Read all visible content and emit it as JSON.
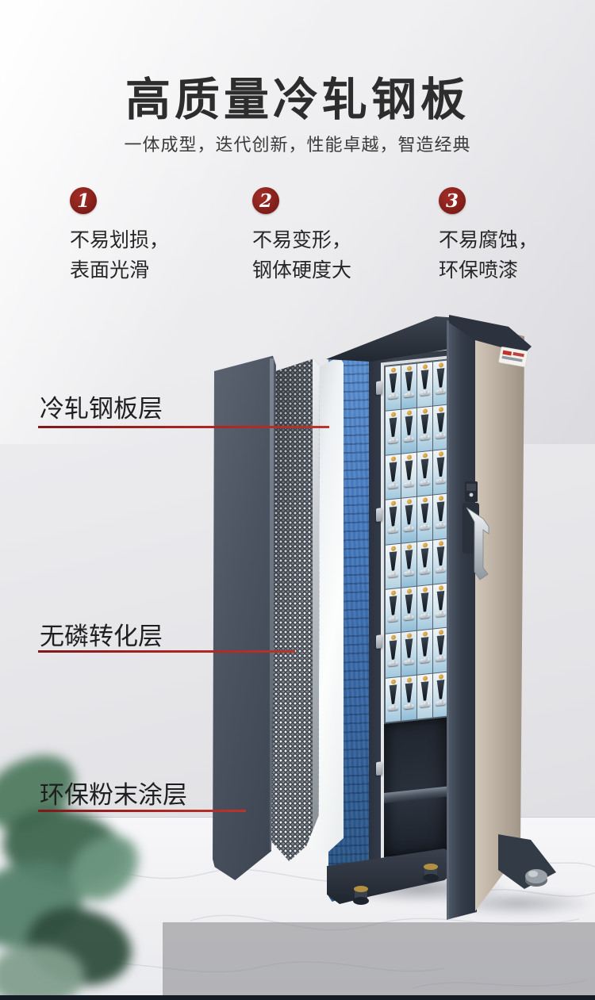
{
  "header": {
    "title": "高质量冷轧钢板",
    "subtitle": "一体成型，迭代创新，性能卓越，智造经典"
  },
  "features": [
    {
      "number": "1",
      "line1": "不易划损，",
      "line2": "表面光滑"
    },
    {
      "number": "2",
      "line1": "不易变形，",
      "line2": "钢体硬度大"
    },
    {
      "number": "3",
      "line1": "不易腐蚀，",
      "line2": "环保喷漆"
    }
  ],
  "layer_annotations": [
    {
      "label": "冷轧钢板层"
    },
    {
      "label": "无磷转化层"
    },
    {
      "label": "环保粉末涂层"
    }
  ],
  "colors": {
    "accent_red": "#aa2522",
    "badge_red": "#8e2420",
    "title_text": "#2d2d2d",
    "cabinet_blue": "#4176ba",
    "door_beige": "#b5a99b",
    "panel_dark_grey": "#4b5361",
    "interior_dark": "#242b35"
  },
  "product_visual": {
    "module_rows": 8,
    "module_cols": 4
  }
}
